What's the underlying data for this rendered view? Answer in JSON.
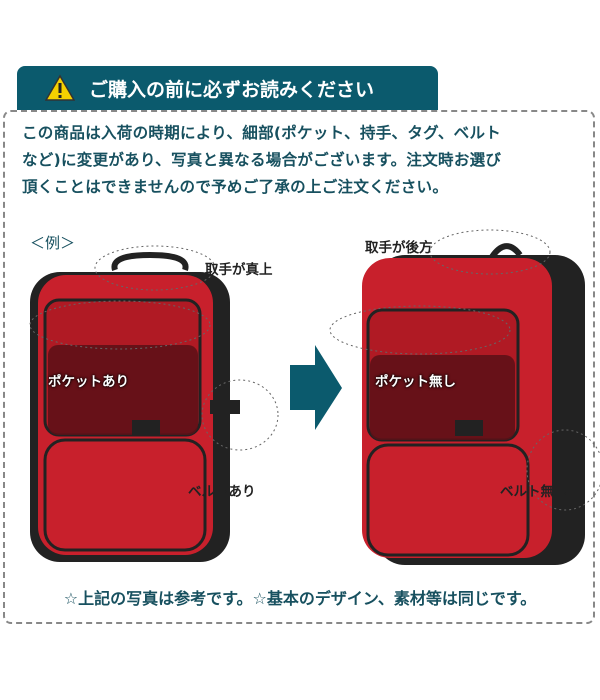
{
  "header": {
    "icon": "warning-icon",
    "title": "ご購入の前に必ずお読みください"
  },
  "intro": {
    "lines": [
      "この商品は入荷の時期により、細部(ポケット、持手、タグ、ベルト",
      "など)に変更があり、写真と異なる場合がございます。注文時お選び",
      "頂くことはできませんので予めご了承の上ご注文ください。"
    ]
  },
  "example_label": "＜例＞",
  "before": {
    "handle": "取手が真上",
    "pocket": "ポケットあり",
    "belt": "ベルトあり"
  },
  "after": {
    "handle": "取手が後方",
    "pocket": "ポケット無し",
    "belt": "ベルト無し"
  },
  "arrow_icon": "arrow-right-icon",
  "footer": "☆上記の写真は参考です。☆基本のデザイン、素材等は同じです。",
  "colors": {
    "header_bg": "#0b5a6d",
    "text": "#17505f",
    "bag_red": "#c8202c",
    "arrow": "#0b5a6d"
  }
}
